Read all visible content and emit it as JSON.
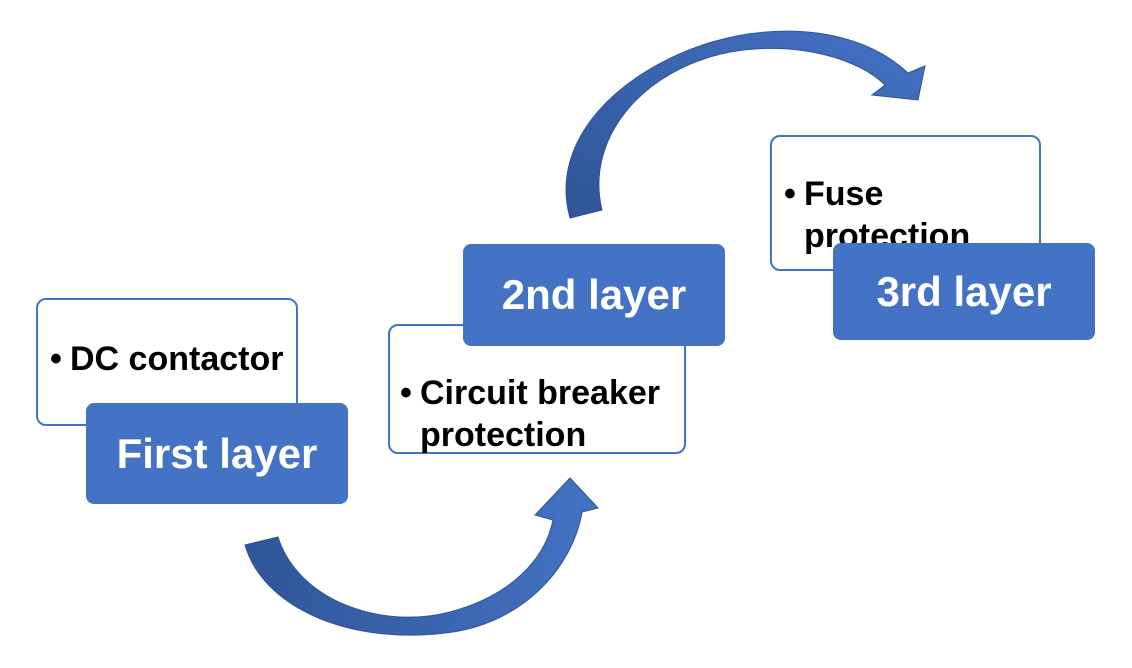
{
  "colors": {
    "accent": "#4472c4",
    "accent_dark": "#2f5597",
    "box_border": "#4472c4",
    "text_dark": "#000000",
    "text_light": "#ffffff"
  },
  "layers": [
    {
      "label": "First layer",
      "bullets": [
        "DC contactor"
      ]
    },
    {
      "label": "2nd layer",
      "bullets": [
        "Circuit breaker protection"
      ]
    },
    {
      "label": "3rd layer",
      "bullets": [
        "Fuse protection"
      ]
    }
  ],
  "bullet_glyph": "•",
  "arrow_icons": [
    "curved-arrow-icon",
    "curved-arrow-icon"
  ]
}
